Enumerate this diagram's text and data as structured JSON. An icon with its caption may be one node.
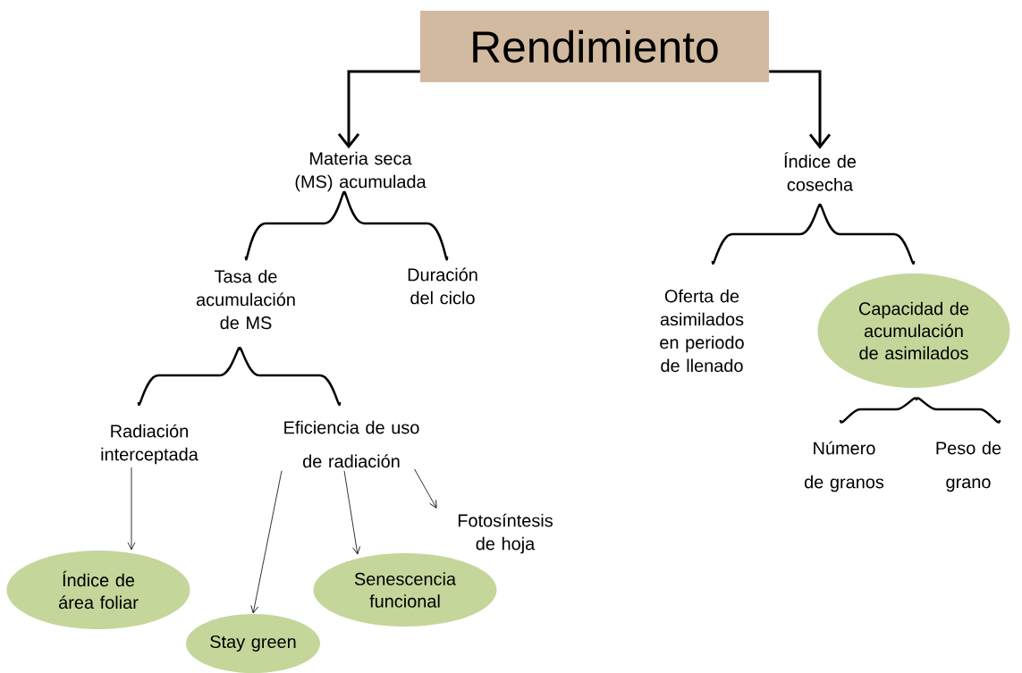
{
  "diagram": {
    "nodes": [
      {
        "text": [
          "Rendimiento"
        ]
      },
      {
        "text": [
          "Materia seca (MS) acumulada"
        ]
      },
      {
        "text": [
          "Índice de cosecha"
        ]
      },
      {
        "text": [
          "Tasa de acumulación de MS"
        ]
      },
      {
        "text": [
          "Duración del ciclo"
        ]
      },
      {
        "text": [
          "Oferta de asimilados en periodo de llenado"
        ]
      },
      {
        "text": [
          "Capacidad de acumulación de asimilados"
        ]
      },
      {
        "text": [
          "Radiación interceptada"
        ]
      },
      {
        "text": [
          "Eficiencia de uso de radiación"
        ]
      },
      {
        "text": [
          "Número de granos"
        ]
      },
      {
        "text": [
          "Peso de grano"
        ]
      },
      {
        "text": [
          "Fotosíntesis de hoja"
        ]
      },
      {
        "text": [
          "Índice de área foliar"
        ]
      },
      {
        "text": [
          "Senescencia funcional"
        ]
      },
      {
        "text": [
          "Stay green"
        ]
      }
    ],
    "edges": [
      {
        "from": 0,
        "to": 1,
        "arrow": "to",
        "style": "thick"
      },
      {
        "from": 0,
        "to": 2,
        "arrow": "to",
        "style": "thick"
      },
      {
        "from": 7,
        "to": 12,
        "arrow": "to"
      },
      {
        "from": 8,
        "to": 14,
        "arrow": "to"
      },
      {
        "from": 8,
        "to": 13,
        "arrow": "to"
      },
      {
        "from": 8,
        "to": 11,
        "arrow": "to"
      }
    ]
  }
}
